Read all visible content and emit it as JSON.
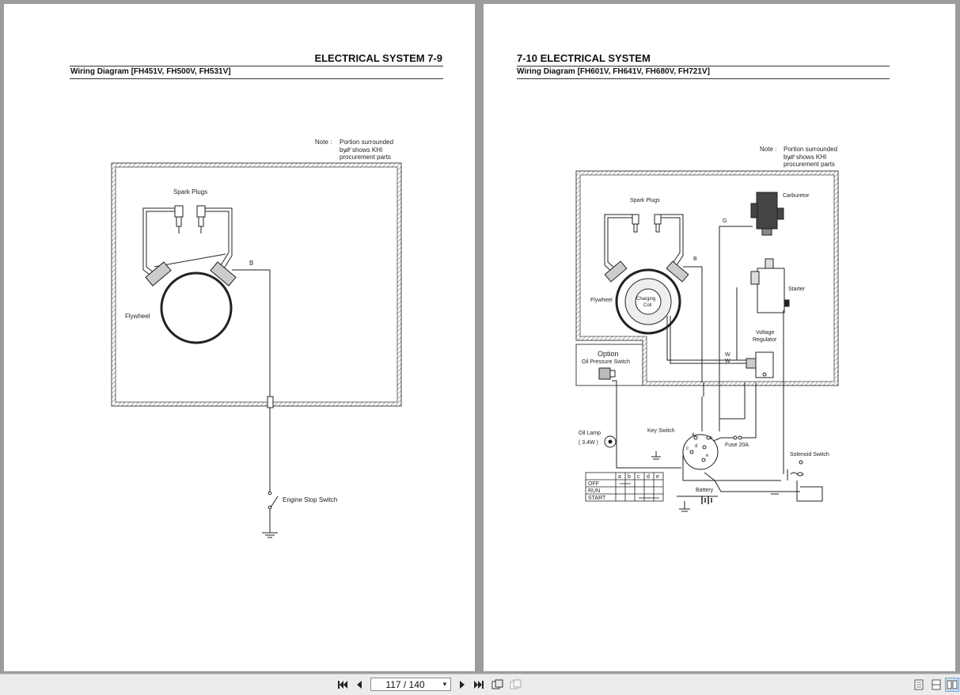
{
  "left_page": {
    "header_title": "ELECTRICAL SYSTEM 7-9",
    "subtitle": "Wiring Diagram [FH451V, FH500V, FH531V]",
    "note_label": "Note :",
    "note_lines": [
      "Portion surrounded",
      "by∕∕∕∕ shows KHI",
      "procurement parts"
    ],
    "labels": {
      "spark_plugs": "Spark Plugs",
      "flywheel": "Flywheel",
      "wire_b": "B",
      "engine_stop_switch": "Engine Stop Switch"
    }
  },
  "right_page": {
    "header_title": "7-10 ELECTRICAL SYSTEM",
    "subtitle": "Wiring Diagram [FH601V, FH641V, FH680V, FH721V]",
    "note_label": "Note :",
    "note_lines": [
      "Portion surrounded",
      "by∕∕∕∕ shows KHI",
      "procurement parts"
    ],
    "labels": {
      "carburetor": "Carburetor",
      "spark_plugs": "Spark Plugs",
      "wire_g": "G",
      "wire_b": "B",
      "flywheel": "Flywheel",
      "charging_coil_1": "Charging",
      "charging_coil_2": "Coil",
      "starter": "Starter",
      "voltage_regulator_1": "Voltage",
      "voltage_regulator_2": "Regulator",
      "option": "Option",
      "oil_pressure_switch": "Oil Pressure Switch",
      "wire_w1": "W",
      "wire_w2": "W",
      "oil_lamp": "Oil Lamp",
      "oil_lamp_rating": "( 3.4W )",
      "key_switch": "Key Switch",
      "fuse": "Fuse 20A",
      "solenoid_switch": "Solenoid Switch",
      "battery": "Battery",
      "terminal_a": "a",
      "terminal_b": "b",
      "terminal_c": "c",
      "terminal_d": "d",
      "terminal_e": "e"
    },
    "key_table": {
      "columns": [
        "a",
        "b",
        "c",
        "d",
        "e"
      ],
      "rows": [
        "OFF",
        "RUN",
        "START"
      ]
    }
  },
  "toolbar": {
    "page_indicator": "117 / 140",
    "icons": [
      "first-page-icon",
      "prev-page-icon",
      "next-page-icon",
      "last-page-icon",
      "rotate-icon",
      "rotate-back-icon",
      "single-page-icon",
      "continuous-page-icon",
      "two-page-icon"
    ]
  }
}
